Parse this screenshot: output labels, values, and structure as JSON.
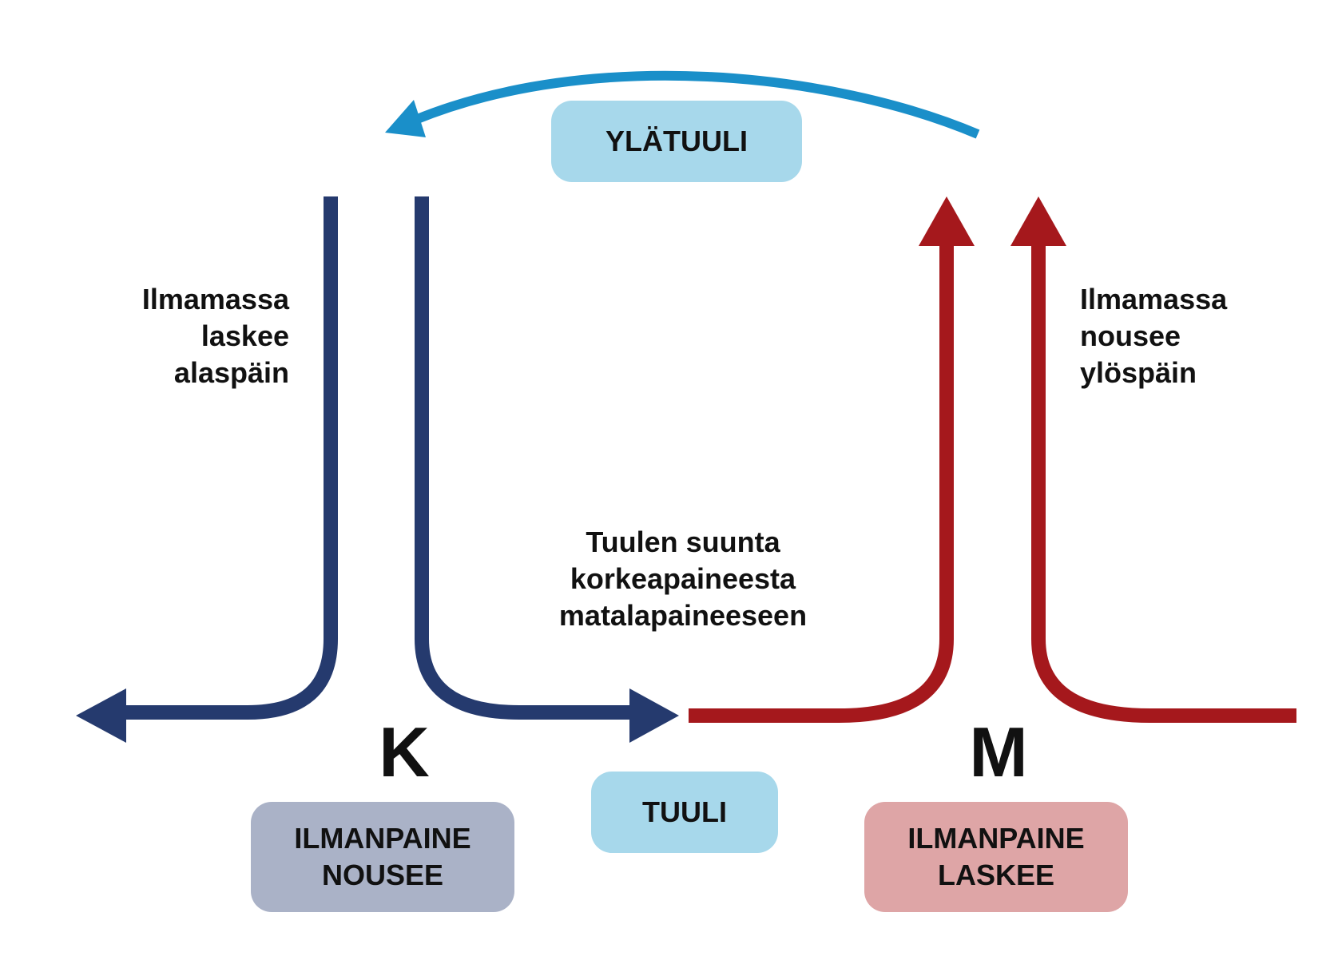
{
  "colors": {
    "high_pressure_arrow": "#253a6e",
    "low_pressure_arrow": "#a5181c",
    "upper_wind_arrow": "#1a8fc9",
    "wind_box": "#a7d8eb",
    "high_box": "#aab2c7",
    "low_box": "#dea5a6"
  },
  "upper_wind": {
    "label": "YLÄTUULI"
  },
  "wind": {
    "label": "TUULI"
  },
  "high": {
    "letter": "K",
    "box_line1": "ILMANPAINE",
    "box_line2": "NOUSEE",
    "side_line1": "Ilmamassa",
    "side_line2": "laskee",
    "side_line3": "alaspäin"
  },
  "low": {
    "letter": "M",
    "box_line1": "ILMANPAINE",
    "box_line2": "LASKEE",
    "side_line1": "Ilmamassa",
    "side_line2": "nousee",
    "side_line3": "ylöspäin"
  },
  "wind_direction": {
    "line1": "Tuulen suunta",
    "line2": "korkeapaineesta",
    "line3": "matalapaineeseen"
  }
}
